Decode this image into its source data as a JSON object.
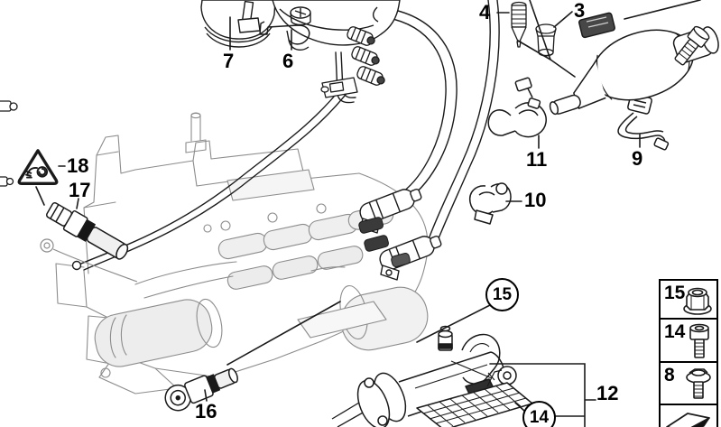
{
  "colors": {
    "background": "#ffffff",
    "line": "#1a1a1a",
    "machinery_line": "#8c8c8c",
    "dark_fill": "#353535"
  },
  "callouts": [
    {
      "text": "7",
      "style": "plain"
    },
    {
      "text": "6",
      "style": "plain"
    },
    {
      "text": "4",
      "style": "plain"
    },
    {
      "text": "3",
      "style": "plain"
    },
    {
      "text": "11",
      "style": "plain"
    },
    {
      "text": "9",
      "style": "plain"
    },
    {
      "text": "10",
      "style": "plain"
    },
    {
      "text": "18",
      "style": "plain"
    },
    {
      "text": "17",
      "style": "plain"
    },
    {
      "text": "16",
      "style": "plain"
    },
    {
      "text": "12",
      "style": "plain"
    },
    {
      "text": "15",
      "style": "circled"
    },
    {
      "text": "14",
      "style": "circled"
    }
  ],
  "sidebar": {
    "items": [
      {
        "label": "15",
        "icon": "flange-nut-icon"
      },
      {
        "label": "14",
        "icon": "socket-head-screw-icon"
      },
      {
        "label": "8",
        "icon": "flange-bolt-icon"
      },
      {
        "label": "",
        "icon": "page-turn-arrow-icon"
      }
    ]
  },
  "icons": {
    "warning_triangle": "pinch-hazard-triangle-icon"
  }
}
